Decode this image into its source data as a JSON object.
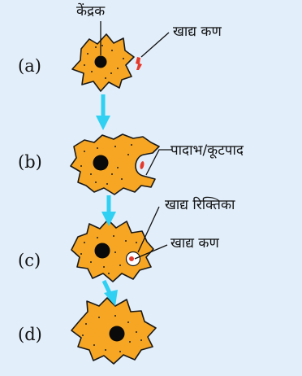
{
  "stage_labels": [
    "(a)",
    "(b)",
    "(c)",
    "(d)"
  ],
  "callouts": {
    "nucleus": "केंद्रक",
    "food_particle_a": "खाद्य  कण",
    "pseudopodia": "पादाभ/कूटपाद",
    "food_vacuole": "खाद्य  रिक्तिका",
    "food_particle_c": "खाद्य  कण"
  },
  "colors": {
    "background": "#e2eefa",
    "cell": "#f6a623",
    "nucleus": "#0a0a0a",
    "arrow": "#2fd0f2",
    "food": "#e53a2b"
  }
}
